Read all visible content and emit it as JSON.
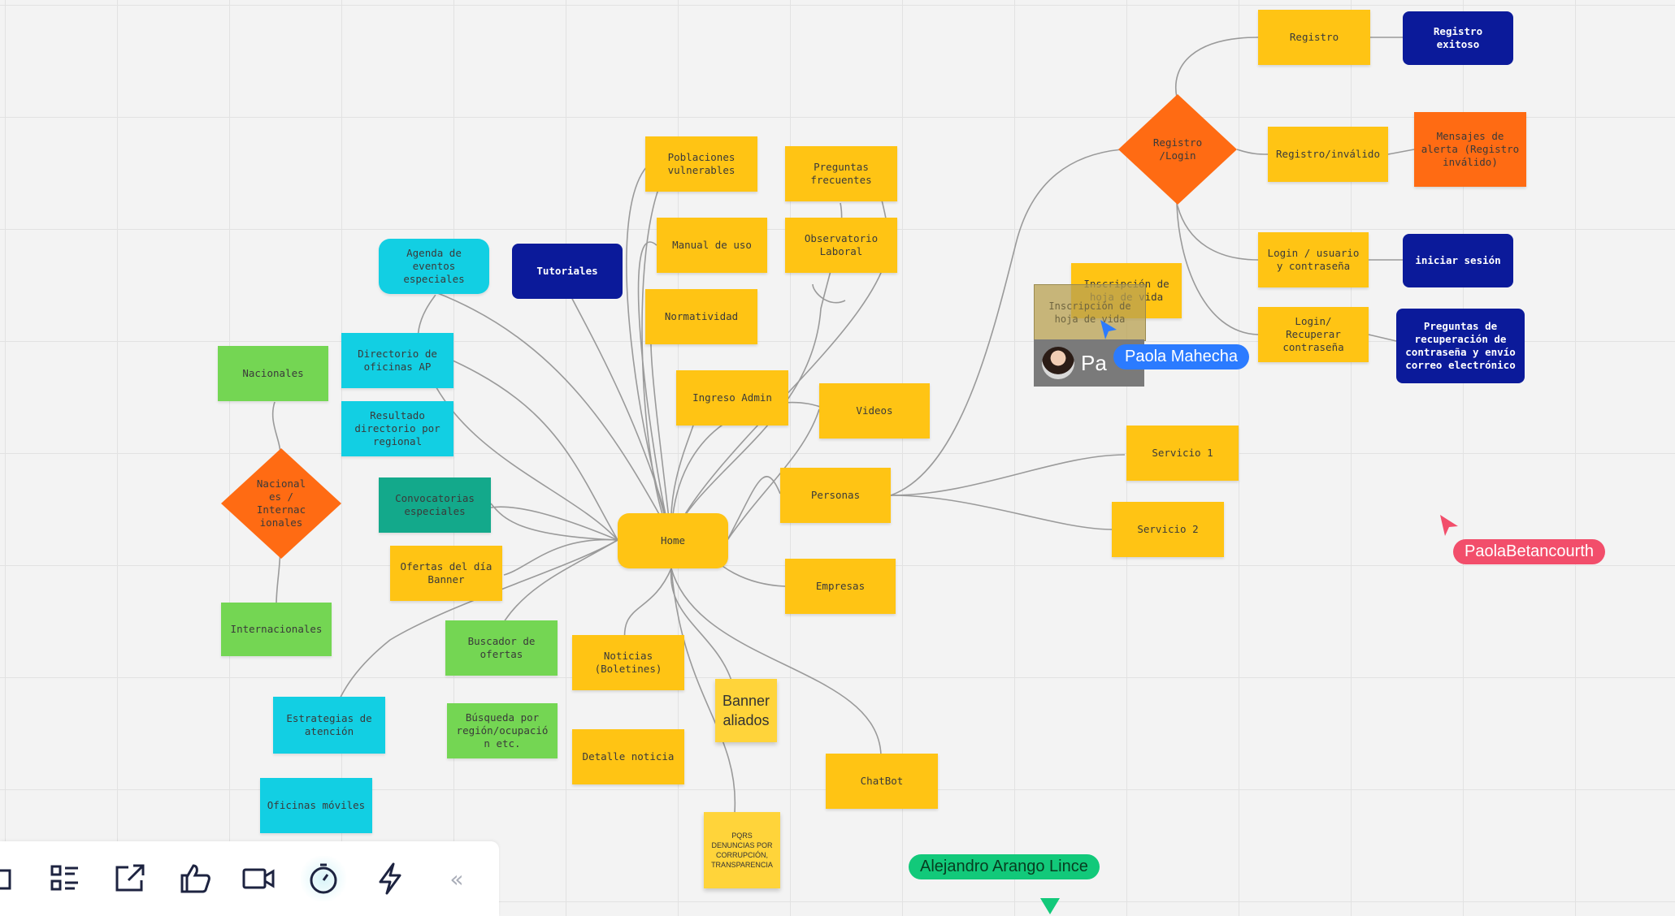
{
  "board": {
    "nodes": {
      "home": "Home",
      "poblaciones": "Poblaciones vulnerables",
      "preguntas_frecuentes": "Preguntas frecuentes",
      "tutoriales": "Tutoriales",
      "manual": "Manual de uso",
      "observatorio": "Observatorio Laboral",
      "normatividad": "Normatividad",
      "agenda": "Agenda de eventos especiales",
      "directorio": "Directorio de oficinas AP",
      "resultado_directorio": "Resultado directorio por regional",
      "nacionales": "Nacionales",
      "nacionales_internacionales": "Nacional es / Internac ionales",
      "internacionales": "Internacionales",
      "convocatorias": "Convocatorias especiales",
      "ofertas_dia": "Ofertas del día Banner",
      "ingreso_admin": "Ingreso Admin",
      "videos": "Videos",
      "personas": "Personas",
      "empresas": "Empresas",
      "buscador_ofertas": "Buscador de ofertas",
      "busqueda_region": "Búsqueda por región/ocupación etc.",
      "noticias": "Noticias (Boletines)",
      "detalle_noticia": "Detalle noticia",
      "banner_aliados": "Banner aliados",
      "chatbot": "ChatBot",
      "pqrs": "PQRS DENUNCIAS POR CORRUPCIÓN, TRANSPARENCIA",
      "estrategias": "Estrategias de atención",
      "oficinas_moviles": "Oficinas móviles",
      "servicio1": "Servicio 1",
      "servicio2": "Servicio 2",
      "registro_login": "Registro /Login",
      "registro": "Registro",
      "registro_exitoso": "Registro exitoso",
      "registro_invalido": "Registro/inválido",
      "mensajes_alerta": "Mensajes de alerta (Registro inválido)",
      "login_usuario": "Login / usuario y contraseña",
      "iniciar_sesion": "iniciar sesión",
      "login_recuperar": "Login/ Recuperar contraseña",
      "preguntas_recuperacion": "Preguntas de recuperación de contraseña y envío correo electrónico",
      "inscripcion": "Inscripción de hoja de vida",
      "inscripcion_ghost": "Inscripción de hoja de vida"
    }
  },
  "collaborators": {
    "paola_mahecha": {
      "name": "Paola Mahecha",
      "card_label": "Pa",
      "color": "#2b7bff"
    },
    "paola_betancourth": {
      "name": "PaolaBetancourth",
      "color": "#f24e6b"
    },
    "alejandro": {
      "name": "Alejandro Arango Lince",
      "color": "#12c97a"
    }
  },
  "toolbar": {
    "tools": [
      "frame-icon",
      "card-list-icon",
      "share-icon",
      "like-icon",
      "video-icon",
      "timer-icon",
      "lightning-icon"
    ],
    "collapse_label": "«"
  },
  "colors": {
    "yellow": "#ffc414",
    "cyan": "#12cfe3",
    "teal": "#13a98b",
    "green": "#74d653",
    "navy": "#0b1a9a",
    "orange": "#ff6b13"
  }
}
